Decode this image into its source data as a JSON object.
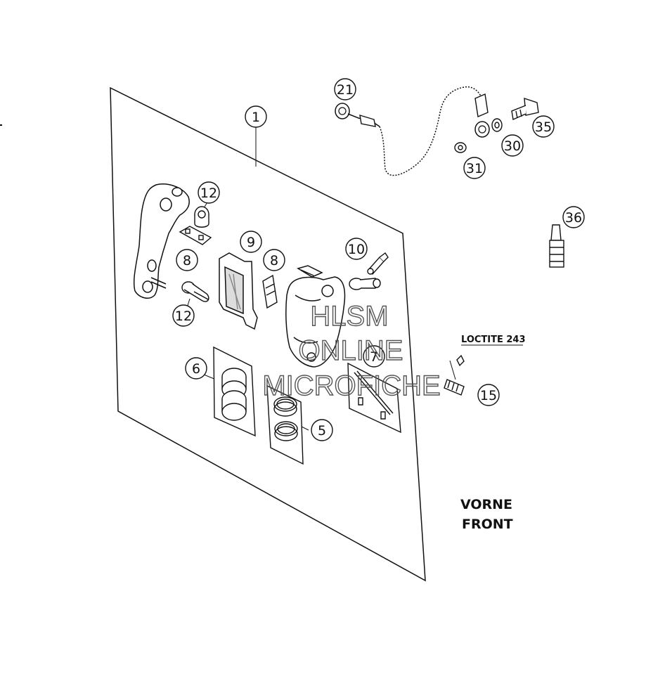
{
  "callouts": [
    "1",
    "5",
    "6",
    "7",
    "8",
    "8",
    "9",
    "10",
    "12",
    "12",
    "15",
    "21",
    "30",
    "31",
    "35",
    "36"
  ],
  "labels": {
    "loctite": "LOCTITE 243",
    "front_de": "VORNE",
    "front_en": "FRONT"
  },
  "watermark": [
    "HLSM",
    "ONLINE",
    "MICROFICHE"
  ],
  "colors": {
    "line": "#111111",
    "background": "#ffffff",
    "watermark": "#555555"
  }
}
